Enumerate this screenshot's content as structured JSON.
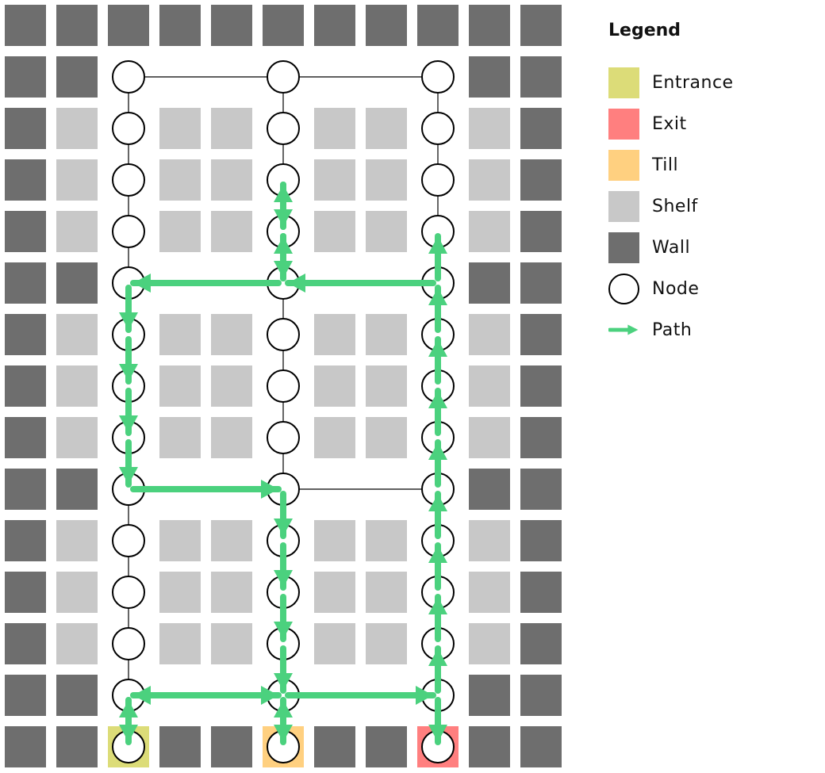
{
  "grid": {
    "rows": [
      "WWWWWWWWWWW",
      "WW.......WW",
      "WS.SS.SS.SW",
      "WS.SS.SS.SW",
      "WS.SS.SS.SW",
      "WW.......WW",
      "WS.SS.SS.SW",
      "WS.SS.SS.SW",
      "WS.SS.SS.SW",
      "WW.......WW",
      "WS.SS.SS.SW",
      "WS.SS.SS.SW",
      "WS.SS.SS.SW",
      "WW.......WW",
      "WWEWWTWWXWW"
    ]
  },
  "colors": {
    "wall": "#6e6e6e",
    "shelf": "#c8c8c8",
    "entrance": "#dcdc78",
    "exit": "#ff7f7f",
    "till": "#ffd080",
    "node_stroke": "#000000",
    "node_fill": "#ffffff",
    "edge": "#000000",
    "path": "#4bd17e"
  },
  "nodes": [
    [
      2,
      1
    ],
    [
      5,
      1
    ],
    [
      8,
      1
    ],
    [
      2,
      2
    ],
    [
      5,
      2
    ],
    [
      8,
      2
    ],
    [
      2,
      3
    ],
    [
      5,
      3
    ],
    [
      8,
      3
    ],
    [
      2,
      4
    ],
    [
      5,
      4
    ],
    [
      8,
      4
    ],
    [
      2,
      5
    ],
    [
      5,
      5
    ],
    [
      8,
      5
    ],
    [
      2,
      6
    ],
    [
      5,
      6
    ],
    [
      8,
      6
    ],
    [
      2,
      7
    ],
    [
      5,
      7
    ],
    [
      8,
      7
    ],
    [
      2,
      8
    ],
    [
      5,
      8
    ],
    [
      8,
      8
    ],
    [
      2,
      9
    ],
    [
      5,
      9
    ],
    [
      8,
      9
    ],
    [
      2,
      10
    ],
    [
      5,
      10
    ],
    [
      8,
      10
    ],
    [
      2,
      11
    ],
    [
      5,
      11
    ],
    [
      8,
      11
    ],
    [
      2,
      12
    ],
    [
      5,
      12
    ],
    [
      8,
      12
    ],
    [
      2,
      13
    ],
    [
      5,
      13
    ],
    [
      8,
      13
    ],
    [
      2,
      14
    ],
    [
      5,
      14
    ],
    [
      8,
      14
    ]
  ],
  "edges": [
    [
      [
        2,
        1
      ],
      [
        8,
        1
      ]
    ],
    [
      [
        2,
        1
      ],
      [
        2,
        14
      ]
    ],
    [
      [
        5,
        1
      ],
      [
        5,
        14
      ]
    ],
    [
      [
        8,
        1
      ],
      [
        8,
        14
      ]
    ],
    [
      [
        5,
        9
      ],
      [
        8,
        9
      ]
    ]
  ],
  "path_segments": [
    {
      "from": [
        2,
        14
      ],
      "to": [
        2,
        13
      ],
      "heads": "both"
    },
    {
      "from": [
        2,
        13
      ],
      "to": [
        5,
        13
      ],
      "heads": "both"
    },
    {
      "from": [
        5,
        13
      ],
      "to": [
        8,
        13
      ],
      "heads": "end"
    },
    {
      "from": [
        5,
        14
      ],
      "to": [
        5,
        13
      ],
      "heads": "both"
    },
    {
      "from": [
        8,
        13
      ],
      "to": [
        8,
        14
      ],
      "heads": "end"
    },
    {
      "from": [
        8,
        13
      ],
      "to": [
        8,
        4
      ],
      "heads": "chain"
    },
    {
      "from": [
        8,
        5
      ],
      "to": [
        5,
        5
      ],
      "heads": "end"
    },
    {
      "from": [
        5,
        5
      ],
      "to": [
        2,
        5
      ],
      "heads": "end"
    },
    {
      "from": [
        5,
        5
      ],
      "to": [
        5,
        3
      ],
      "heads": "chain"
    },
    {
      "from": [
        5,
        3
      ],
      "to": [
        5,
        5
      ],
      "heads": "chain"
    },
    {
      "from": [
        2,
        5
      ],
      "to": [
        2,
        9
      ],
      "heads": "chain"
    },
    {
      "from": [
        2,
        9
      ],
      "to": [
        5,
        9
      ],
      "heads": "end"
    },
    {
      "from": [
        5,
        9
      ],
      "to": [
        5,
        13
      ],
      "heads": "chain"
    }
  ],
  "legend": {
    "title": "Legend",
    "items": [
      {
        "label": "Entrance",
        "type": "square",
        "color": "#dcdc78"
      },
      {
        "label": "Exit",
        "type": "square",
        "color": "#ff7f7f"
      },
      {
        "label": "Till",
        "type": "square",
        "color": "#ffd080"
      },
      {
        "label": "Shelf",
        "type": "square",
        "color": "#c8c8c8"
      },
      {
        "label": "Wall",
        "type": "square",
        "color": "#6e6e6e"
      },
      {
        "label": "Node",
        "type": "circle",
        "color": "#ffffff"
      },
      {
        "label": "Path",
        "type": "arrow",
        "color": "#4bd17e"
      }
    ]
  }
}
